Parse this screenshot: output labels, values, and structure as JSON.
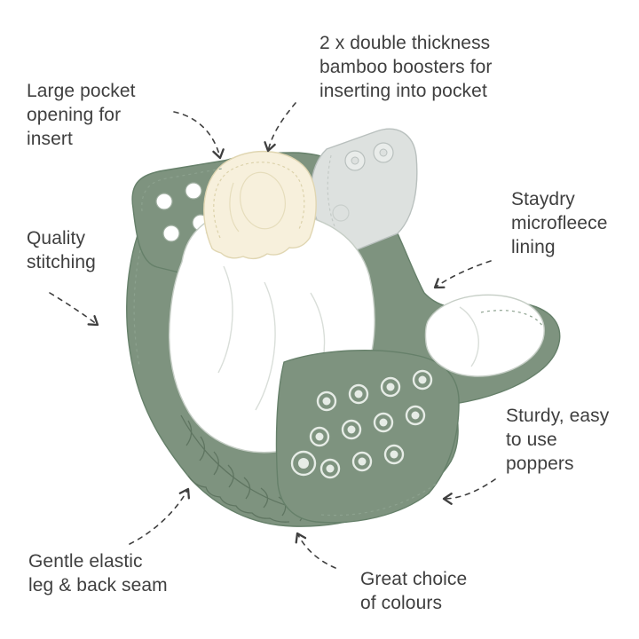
{
  "colors": {
    "background": "#FFFFFF",
    "text": "#3F3F3F",
    "arrow": "#3F3F3F",
    "shell_green": "#7E937F",
    "shell_outline": "#66806A",
    "lining_white": "#FFFFFF",
    "lining_outline": "#C6CEC6",
    "booster_cream": "#F7F0DC",
    "booster_outline": "#E0D6B2",
    "flap_grey": "#DDE1DF",
    "flap_outline": "#B9C0BE",
    "stitch": "#8CA18E",
    "popper_ring": "#E6ECE6"
  },
  "labels": [
    {
      "id": "large-pocket",
      "text": "Large pocket\nopening for\ninsert"
    },
    {
      "id": "bamboo-boosters",
      "text": "2 x double thickness\nbamboo boosters for\ninserting into pocket"
    },
    {
      "id": "staydry-lining",
      "text": "Staydry\nmicrofleece\nlining"
    },
    {
      "id": "quality-stitching",
      "text": "Quality\nstitching"
    },
    {
      "id": "poppers",
      "text": "Sturdy, easy\nto use\npoppers"
    },
    {
      "id": "elastic",
      "text": "Gentle elastic\nleg & back seam"
    },
    {
      "id": "colours",
      "text": "Great choice\nof colours"
    }
  ]
}
